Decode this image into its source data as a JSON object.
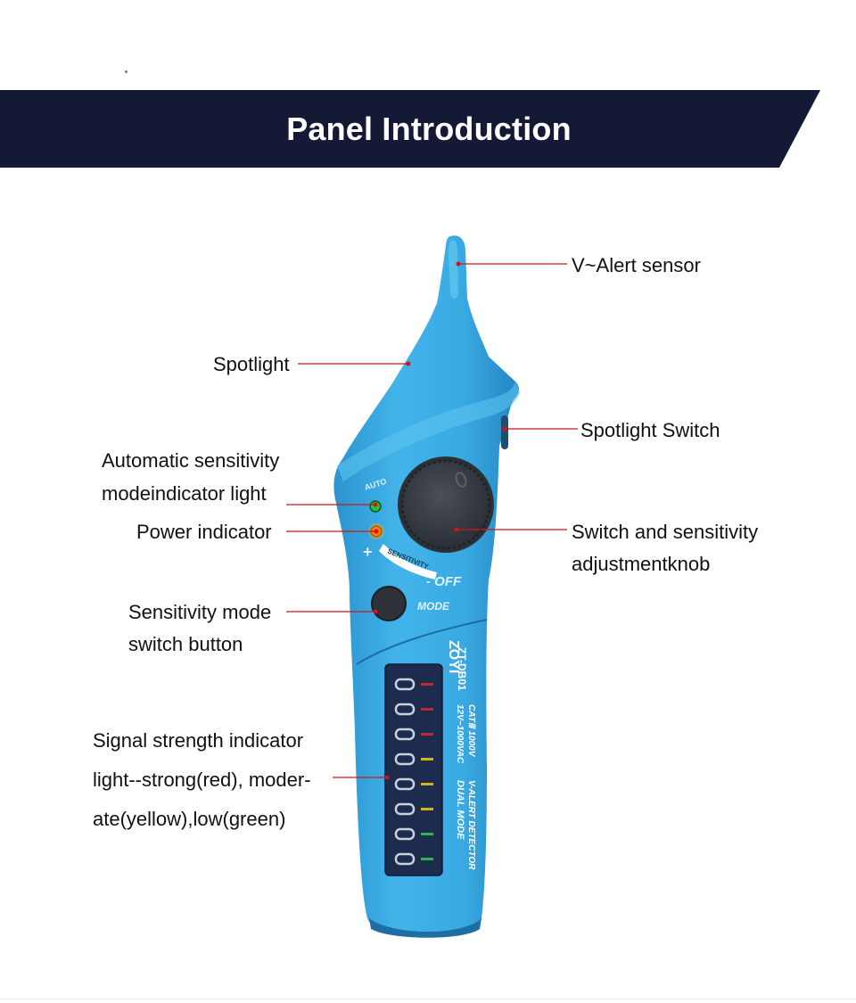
{
  "banner": {
    "title": "Panel Introduction",
    "color": "#141a36"
  },
  "device_text": {
    "auto": "AUTO",
    "sensitivity": "SENSITIVITY",
    "off": "- OFF",
    "mode": "MODE",
    "plus": "+",
    "brand": "ZOYI",
    "model": "ZT-DB01",
    "rating1": "CATⅢ 1000V",
    "rating2": "12V~1000VAC",
    "product1": "V-ALERT DETECTOR",
    "product2": "DUAL MODE"
  },
  "labels": {
    "v_alert_sensor": "V~Alert sensor",
    "spotlight": "Spotlight",
    "spotlight_switch": "Spotlight Switch",
    "auto_line1": "Automatic sensitivity",
    "auto_line2": "modeindicator light",
    "power_indicator": "Power indicator",
    "knob_line1": "Switch and sensitivity",
    "knob_line2": "adjustmentknob",
    "mode_line1": "Sensitivity mode",
    "mode_line2": "switch button",
    "signal_line1": "Signal strength indicator",
    "signal_line2": "light--strong(red), moder-",
    "signal_line3": "ate(yellow),low(green)"
  },
  "colors": {
    "device_blue": "#35a8e0",
    "leader_line": "#d0161a",
    "knob": "#3b3f47"
  }
}
